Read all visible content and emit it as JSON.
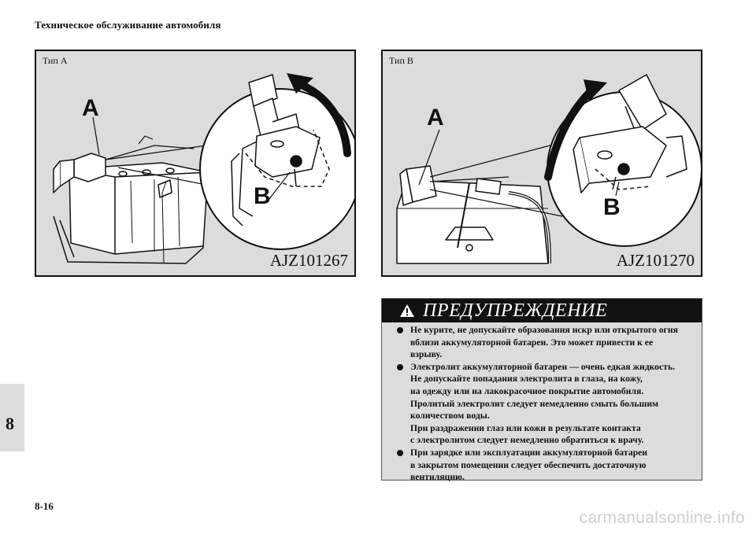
{
  "header": {
    "title": "Техническое обслуживание автомобиля"
  },
  "figures": [
    {
      "label": "Тип A",
      "code": "AJZ101267",
      "callout_a": "A",
      "callout_b": "B"
    },
    {
      "label": "Тип B",
      "code": "AJZ101270",
      "callout_a": "A",
      "callout_b": "B"
    }
  ],
  "warning": {
    "title": "ПРЕДУПРЕЖДЕНИЕ",
    "icon": "warning-triangle-icon",
    "items": [
      {
        "lines": [
          "Не курите, не допускайте образования искр или открытого огня",
          "вблизи аккумуляторной батареи. Это может привести к ее",
          "взрыву."
        ]
      },
      {
        "lines": [
          "Электролит аккумуляторной батареи — очень едкая жидкость.",
          "Не допускайте попадания электролита в глаза, на кожу,",
          "на одежду или на лакокрасочное покрытие автомобиля.",
          "Пролитый электролит следует немедленно смыть большим",
          "количеством воды.",
          "При раздражении глаз или кожи в результате контакта",
          "с электролитом следует немедленно обратиться к врачу."
        ]
      },
      {
        "lines": [
          "При зарядке или эксплуатации аккумуляторной батареи",
          "в закрытом помещении следует обеспечить достаточную",
          "вентиляцию."
        ]
      }
    ]
  },
  "side_tab": {
    "label": "8"
  },
  "footer": {
    "page_number": "8-16"
  },
  "watermark": {
    "text": "carmanualsonline.info"
  }
}
